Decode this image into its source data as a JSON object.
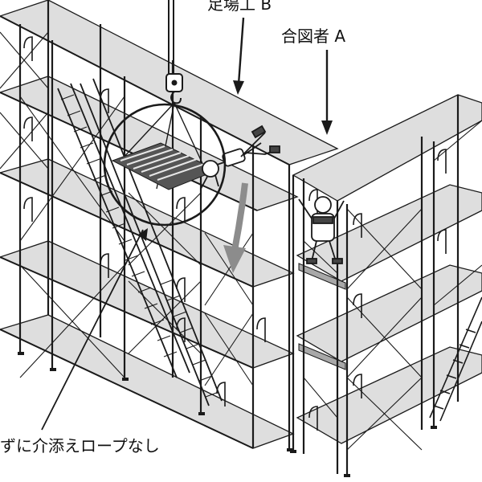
{
  "labels": {
    "worker_b": "足場工 B",
    "signaler_a": "合図者 A",
    "caption": "ずに介添えロープなし"
  },
  "colors": {
    "line": "#1a1a1a",
    "deck": "#d9d9d9",
    "deck_dark": "#a8a8a8",
    "load": "#555555",
    "background": "#ffffff"
  }
}
